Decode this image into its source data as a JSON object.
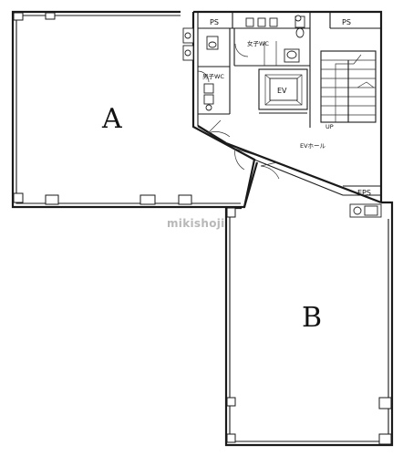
{
  "rooms": {
    "unit_a": "A",
    "unit_b": "B",
    "ps_left": "PS",
    "ps_right": "PS",
    "womens_wc": "女子WC",
    "mens_wc": "男子WC",
    "elevator": "EV",
    "ev_hall": "EVホール",
    "stair_up": "UP",
    "eps": "EPS"
  },
  "watermark": "mikishoji"
}
